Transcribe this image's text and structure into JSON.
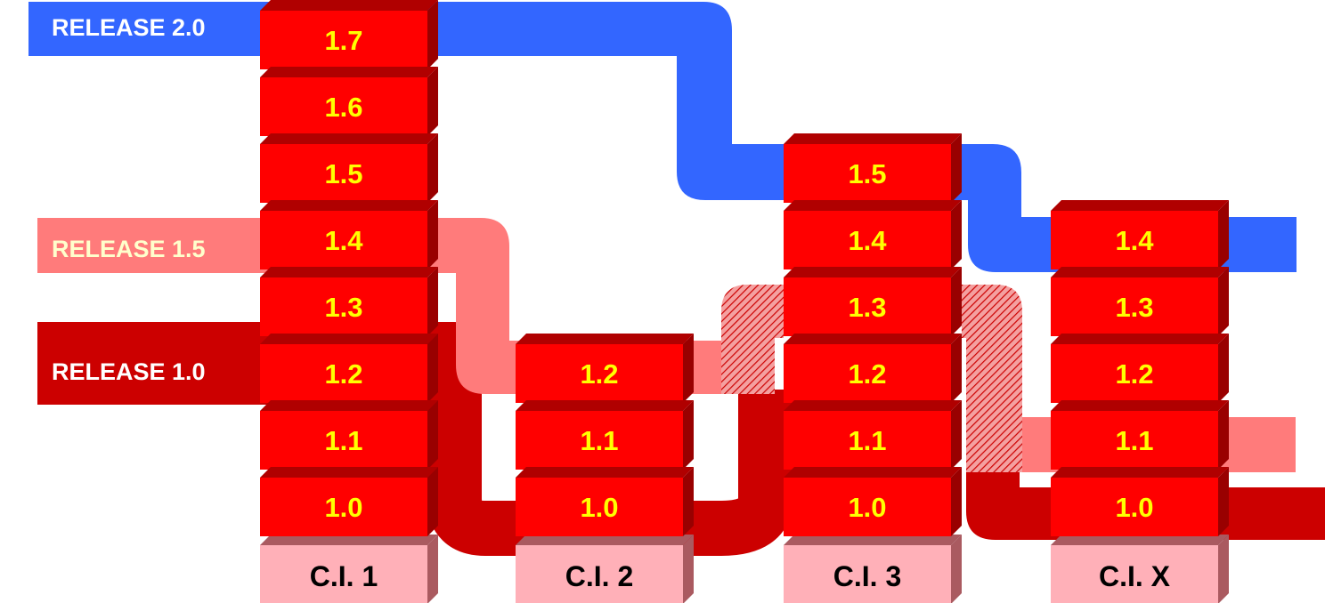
{
  "releases": [
    {
      "id": "r20",
      "label": "RELEASE 2.0",
      "color": "#3366FF",
      "text_color": "#FFFFFF"
    },
    {
      "id": "r15",
      "label": "RELEASE 1.5",
      "color": "#FF7B7B",
      "text_color": "#FFFFCC"
    },
    {
      "id": "r10",
      "label": "RELEASE 1.0",
      "color": "#CC0000",
      "text_color": "#FFFFFF"
    }
  ],
  "configuration_items": [
    {
      "id": "ci1",
      "label": "C.I. 1",
      "versions": [
        "1.0",
        "1.1",
        "1.2",
        "1.3",
        "1.4",
        "1.5",
        "1.6",
        "1.7"
      ]
    },
    {
      "id": "ci2",
      "label": "C.I. 2",
      "versions": [
        "1.0",
        "1.1",
        "1.2"
      ]
    },
    {
      "id": "ci3",
      "label": "C.I. 3",
      "versions": [
        "1.0",
        "1.1",
        "1.2",
        "1.3",
        "1.4",
        "1.5"
      ]
    },
    {
      "id": "cix",
      "label": "C.I. X",
      "versions": [
        "1.0",
        "1.1",
        "1.2",
        "1.3",
        "1.4"
      ]
    }
  ],
  "colors": {
    "block_face": "#FF0000",
    "block_side": "#990000",
    "block_top": "#B00000",
    "version_text": "#FFFF00",
    "ci_face": "#FFB0B8",
    "ci_side": "#AA5A60",
    "ci_text": "#000000"
  }
}
